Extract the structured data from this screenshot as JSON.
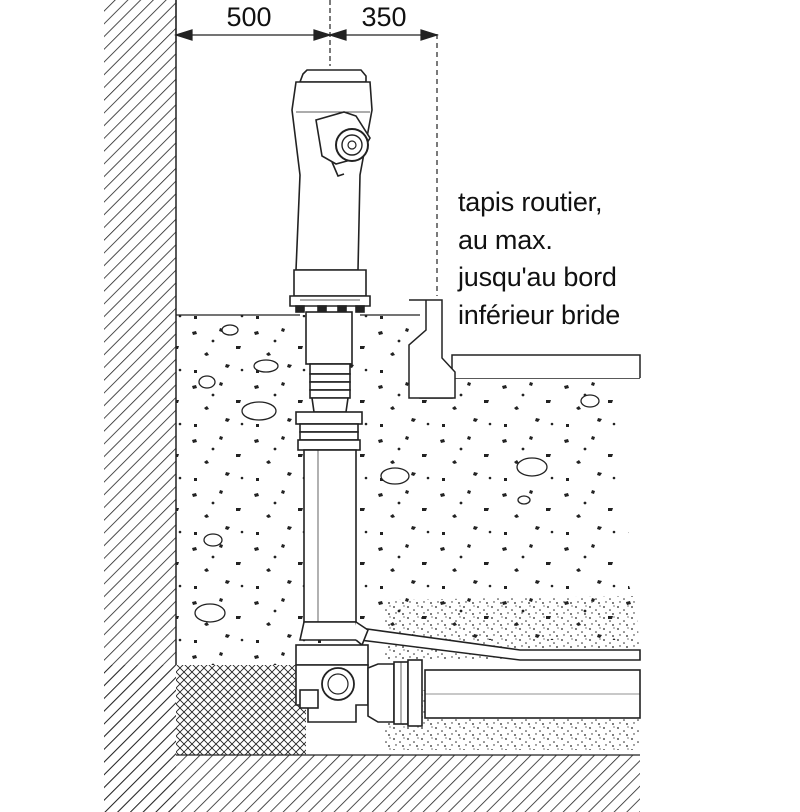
{
  "dimensions": {
    "left_label": "500",
    "right_label": "350"
  },
  "note": {
    "lines": [
      "tapis routier,",
      "au max.",
      "jusqu'au bord",
      "inférieur bride"
    ]
  }
}
